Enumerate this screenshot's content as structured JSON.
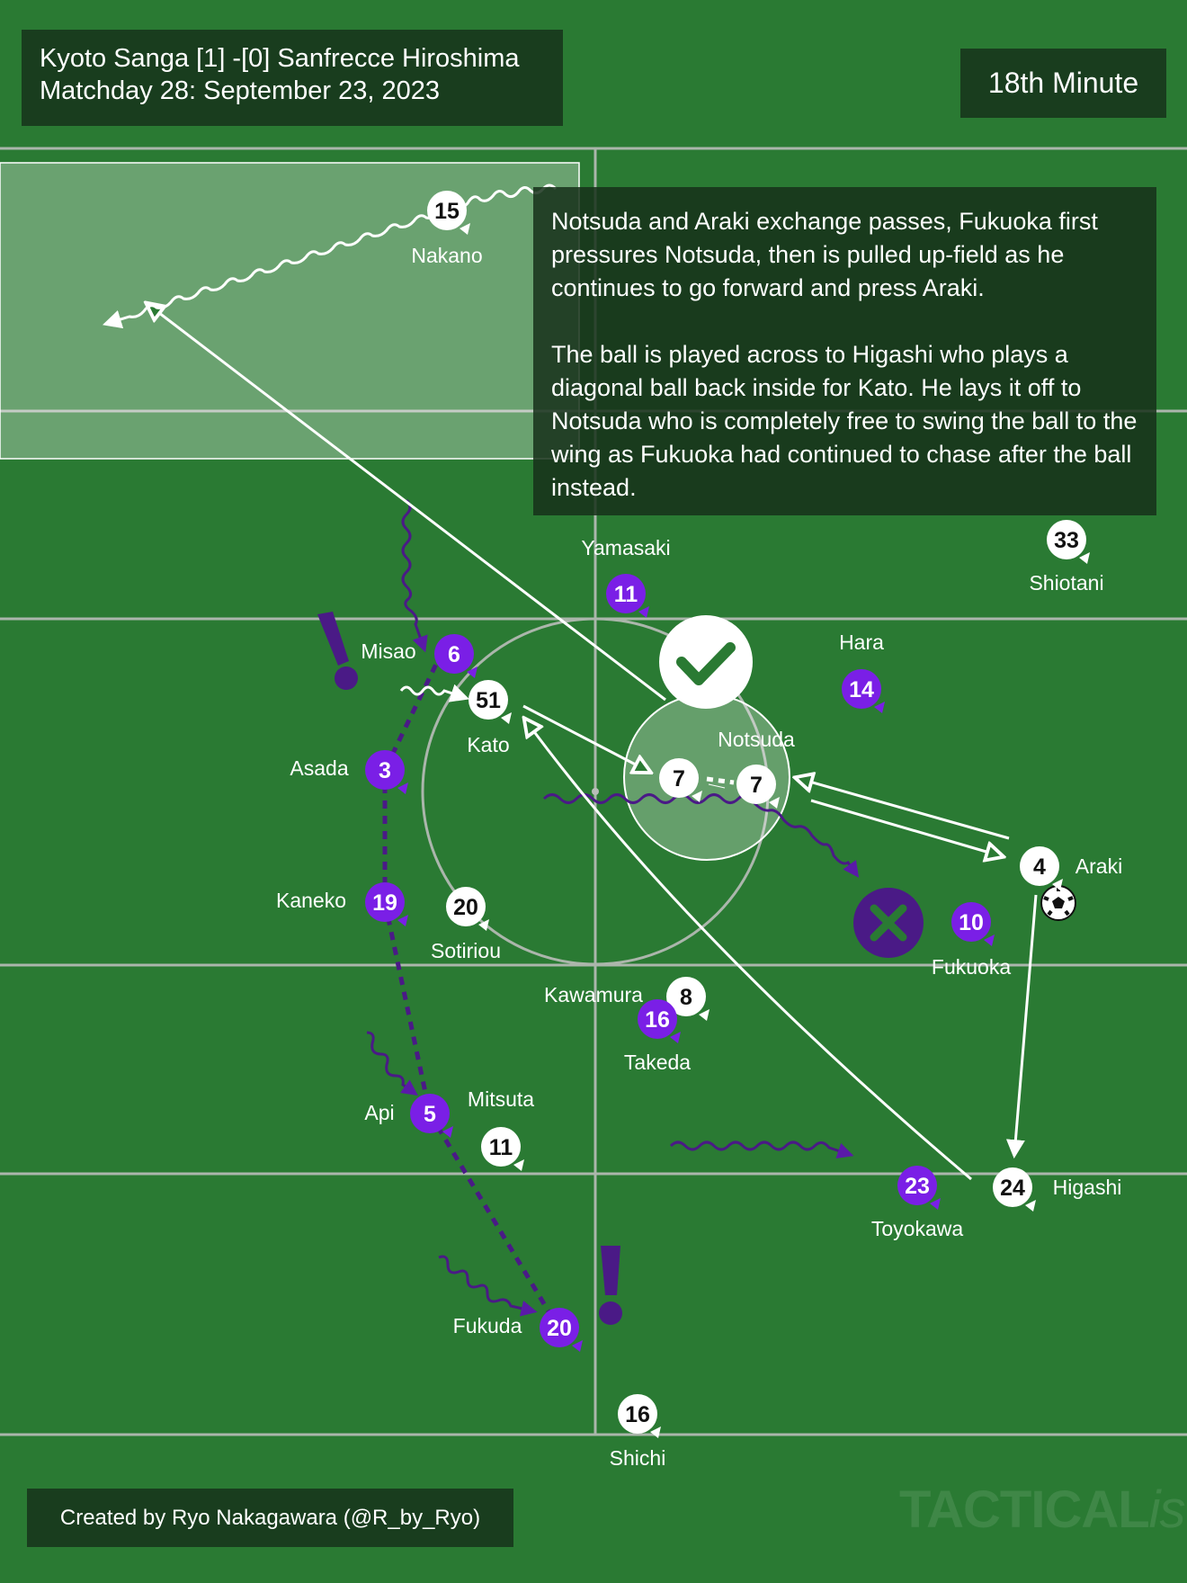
{
  "header": {
    "match_line": "Kyoto Sanga [1] -[0] Sanfrecce Hiroshima",
    "date_line": "Matchday 28: September 23, 2023",
    "minute": "18th Minute"
  },
  "description": {
    "paragraph_1": "Notsuda and Araki exchange passes, Fukuoka first pressures Notsuda, then is pulled up-field as he continues to go forward and press Araki.",
    "paragraph_2": "The ball is played across to Higashi who plays a diagonal ball back inside for Kato. He lays it off to Notsuda who is completely free to swing the ball to the wing as Fukuoka had continued to chase after the ball instead."
  },
  "credit": "Created by Ryo Nakagawara (@R_by_Ryo)",
  "watermark": {
    "main": "TACTICAL",
    "italic": "ista"
  },
  "colors": {
    "pitch": "#2a7a33",
    "lines": "#b9bdb9",
    "white_team": "#ffffff",
    "purple_team": "#7a1fe6",
    "purple_dark": "#4a1a86",
    "box_bg": "#16301a"
  },
  "icons": {
    "success": "check-circle-icon",
    "fail": "cross-circle-icon",
    "warning": "exclamation-icon",
    "ball": "football-icon"
  },
  "players": {
    "white": [
      {
        "number": "15",
        "name": "Nakano"
      },
      {
        "number": "51",
        "name": "Kato"
      },
      {
        "number": "7",
        "name": "Notsuda"
      },
      {
        "number": "7",
        "name": ""
      },
      {
        "number": "4",
        "name": "Araki"
      },
      {
        "number": "33",
        "name": "Shiotani"
      },
      {
        "number": "20",
        "name": "Sotiriou"
      },
      {
        "number": "8",
        "name": "Kawamura"
      },
      {
        "number": "11",
        "name": "Mitsuta"
      },
      {
        "number": "24",
        "name": "Higashi"
      },
      {
        "number": "16",
        "name": "Shichi"
      }
    ],
    "purple": [
      {
        "number": "11",
        "name": "Yamasaki"
      },
      {
        "number": "6",
        "name": "Misao"
      },
      {
        "number": "14",
        "name": "Hara"
      },
      {
        "number": "3",
        "name": "Asada"
      },
      {
        "number": "19",
        "name": "Kaneko"
      },
      {
        "number": "10",
        "name": "Fukuoka"
      },
      {
        "number": "16",
        "name": "Takeda"
      },
      {
        "number": "5",
        "name": "Api"
      },
      {
        "number": "23",
        "name": "Toyokawa"
      },
      {
        "number": "20",
        "name": "Fukuda"
      }
    ]
  }
}
